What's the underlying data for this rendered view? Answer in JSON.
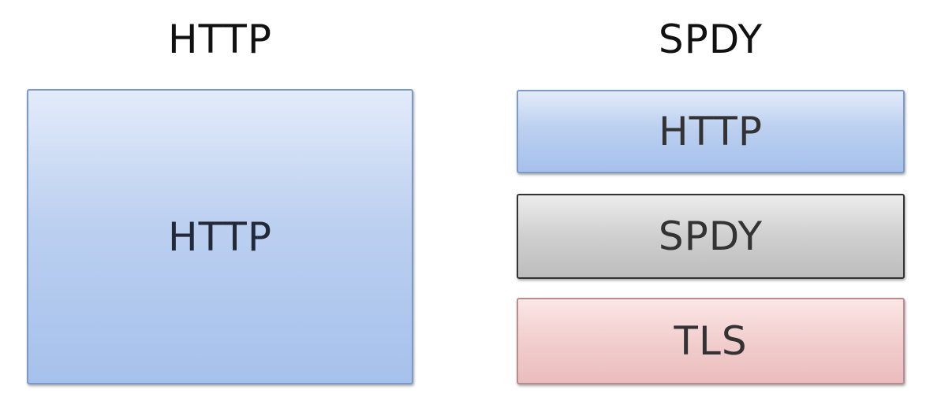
{
  "left_stack": {
    "title": "HTTP",
    "layers": [
      {
        "label": "HTTP",
        "color": "#bcd0f0"
      }
    ]
  },
  "right_stack": {
    "title": "SPDY",
    "layers": [
      {
        "label": "HTTP",
        "color": "#bcd0f0"
      },
      {
        "label": "SPDY",
        "color": "#cfcfcf"
      },
      {
        "label": "TLS",
        "color": "#f1cccc"
      }
    ]
  }
}
